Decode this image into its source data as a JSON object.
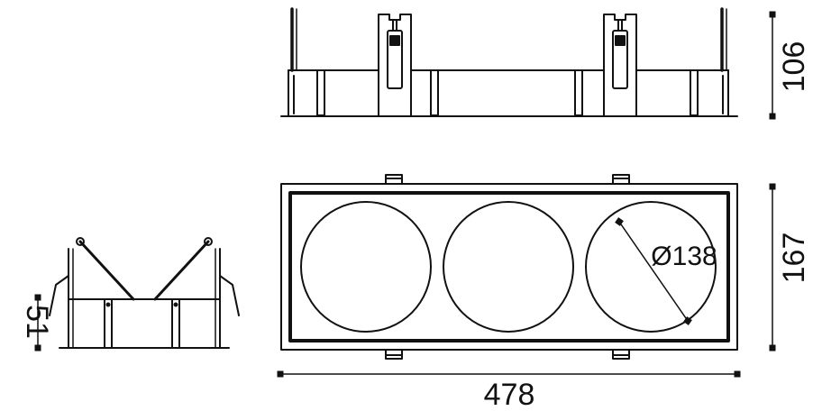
{
  "dimensions": {
    "height_top": "106",
    "height_front": "167",
    "width": "478",
    "height_side": "51",
    "diameter": "Ø138"
  },
  "colors": {
    "ink": "#111111",
    "background": "#ffffff"
  }
}
